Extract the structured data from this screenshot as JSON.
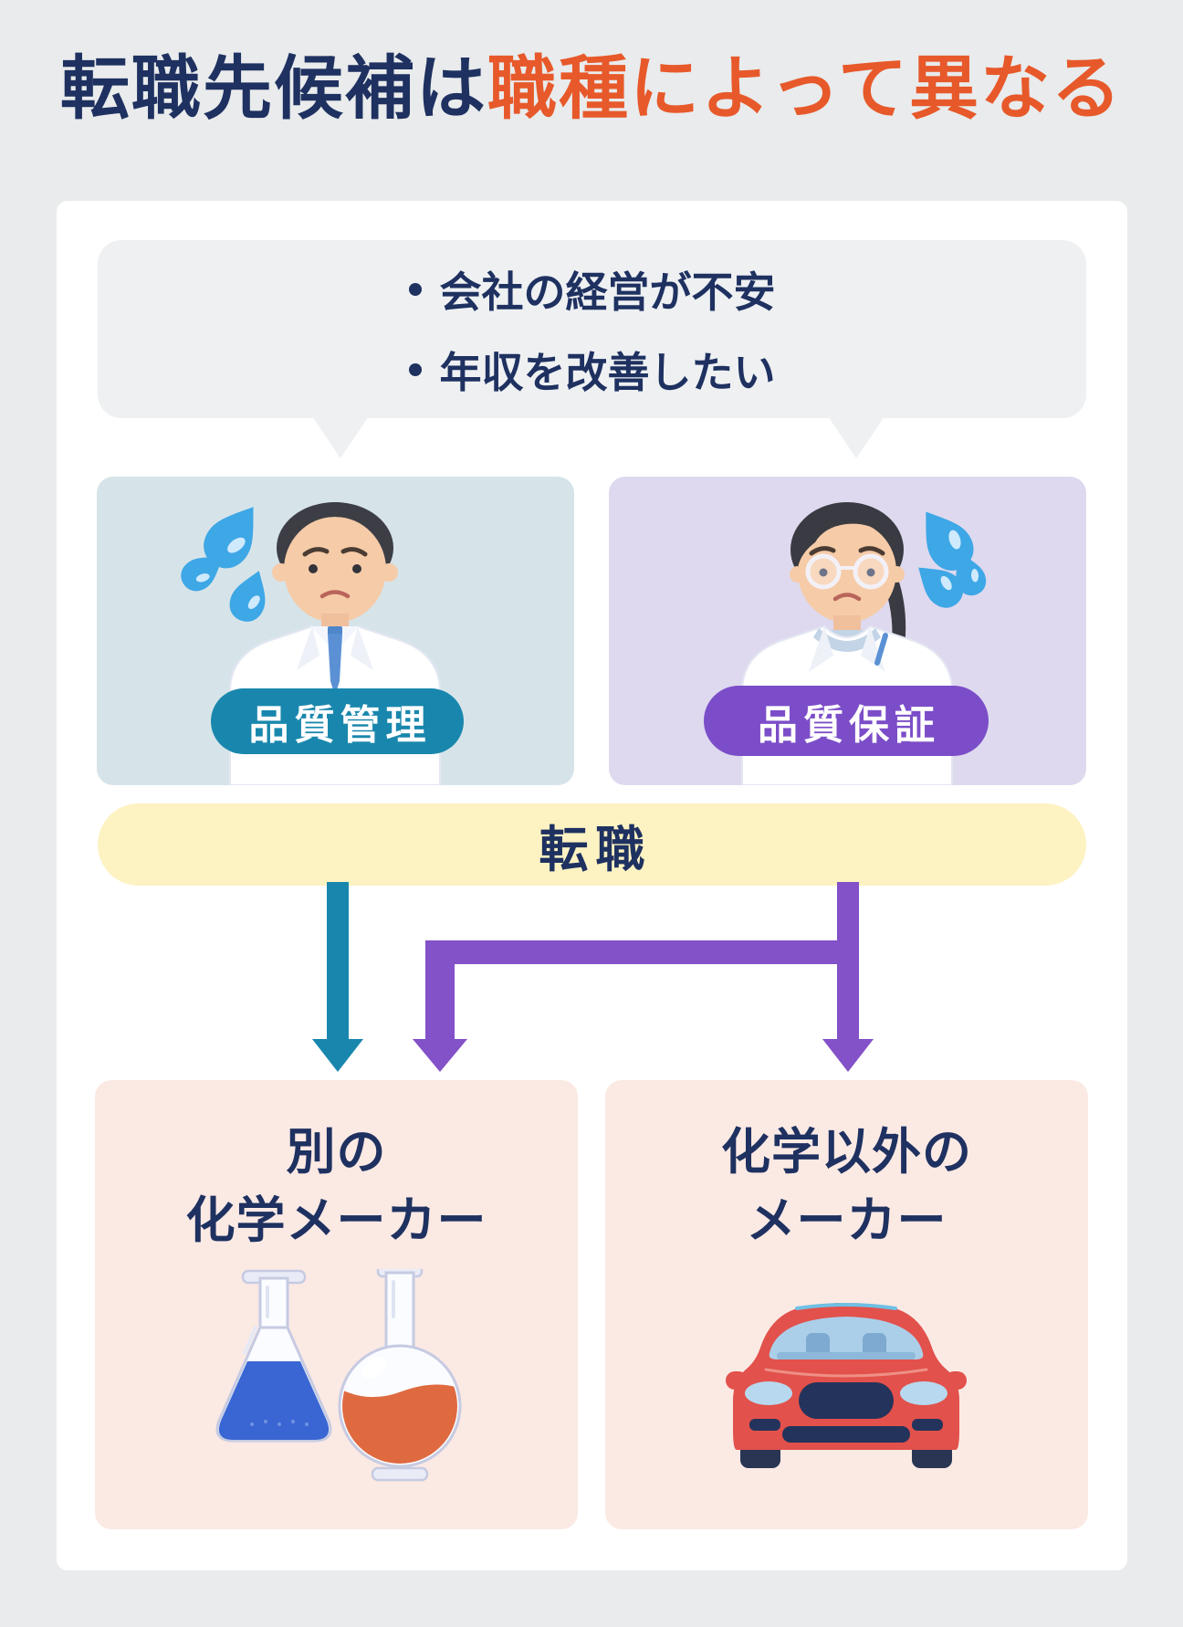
{
  "title": {
    "normal": "転職先候補は",
    "highlight": "職種によって異なる"
  },
  "speech_bubble": {
    "items": [
      {
        "pre": "会社の経営が",
        "strong": "不安",
        "post": ""
      },
      {
        "pre": "年収を",
        "strong": "改善",
        "post": "したい"
      }
    ]
  },
  "role_cards": {
    "left": {
      "label": "品質管理",
      "icon": "male-scientist-stressed",
      "badge_color": "#1987ad",
      "bg": "#d6e4e9"
    },
    "right": {
      "label": "品質保証",
      "icon": "female-scientist-stressed",
      "badge_color": "#7b4dc8",
      "bg": "#ded9ef"
    }
  },
  "banner": {
    "label": "転職",
    "bg": "#fdf2c2"
  },
  "destination_cards": {
    "left": {
      "line1": "別の",
      "line2": "化学メーカー",
      "icon": "chemistry-flasks",
      "bg": "#fbe9e4"
    },
    "right": {
      "line1": "化学以外の",
      "line2": "メーカー",
      "icon": "red-car-front",
      "bg": "#fbe9e4"
    }
  },
  "colors": {
    "page_bg": "#e9ebec",
    "card_bg": "#ffffff",
    "navy_text": "#1e3160",
    "title_accent": "#e7592a",
    "bubble_bg": "#eef0f2",
    "teal_arrow": "#1987ad",
    "purple_arrow": "#8351c8",
    "sweat_drop": "#3ea7e6",
    "flask_blue": "#3a66d3",
    "flask_orange": "#df6a40",
    "car_red": "#e2514b"
  }
}
